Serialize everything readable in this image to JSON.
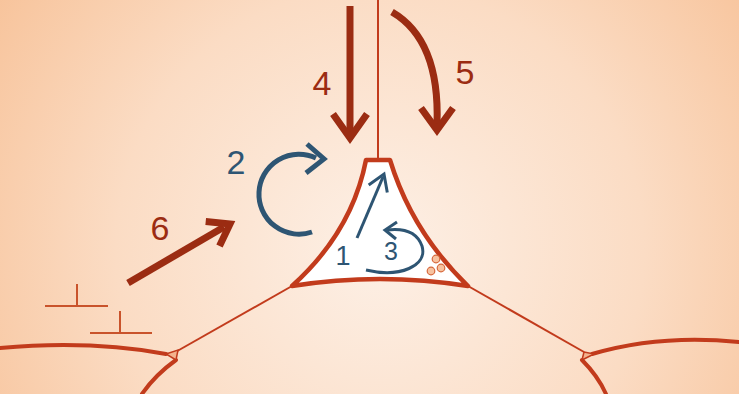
{
  "diagram": {
    "labels": [
      "4",
      "5",
      "2",
      "6",
      "1",
      "3"
    ]
  }
}
